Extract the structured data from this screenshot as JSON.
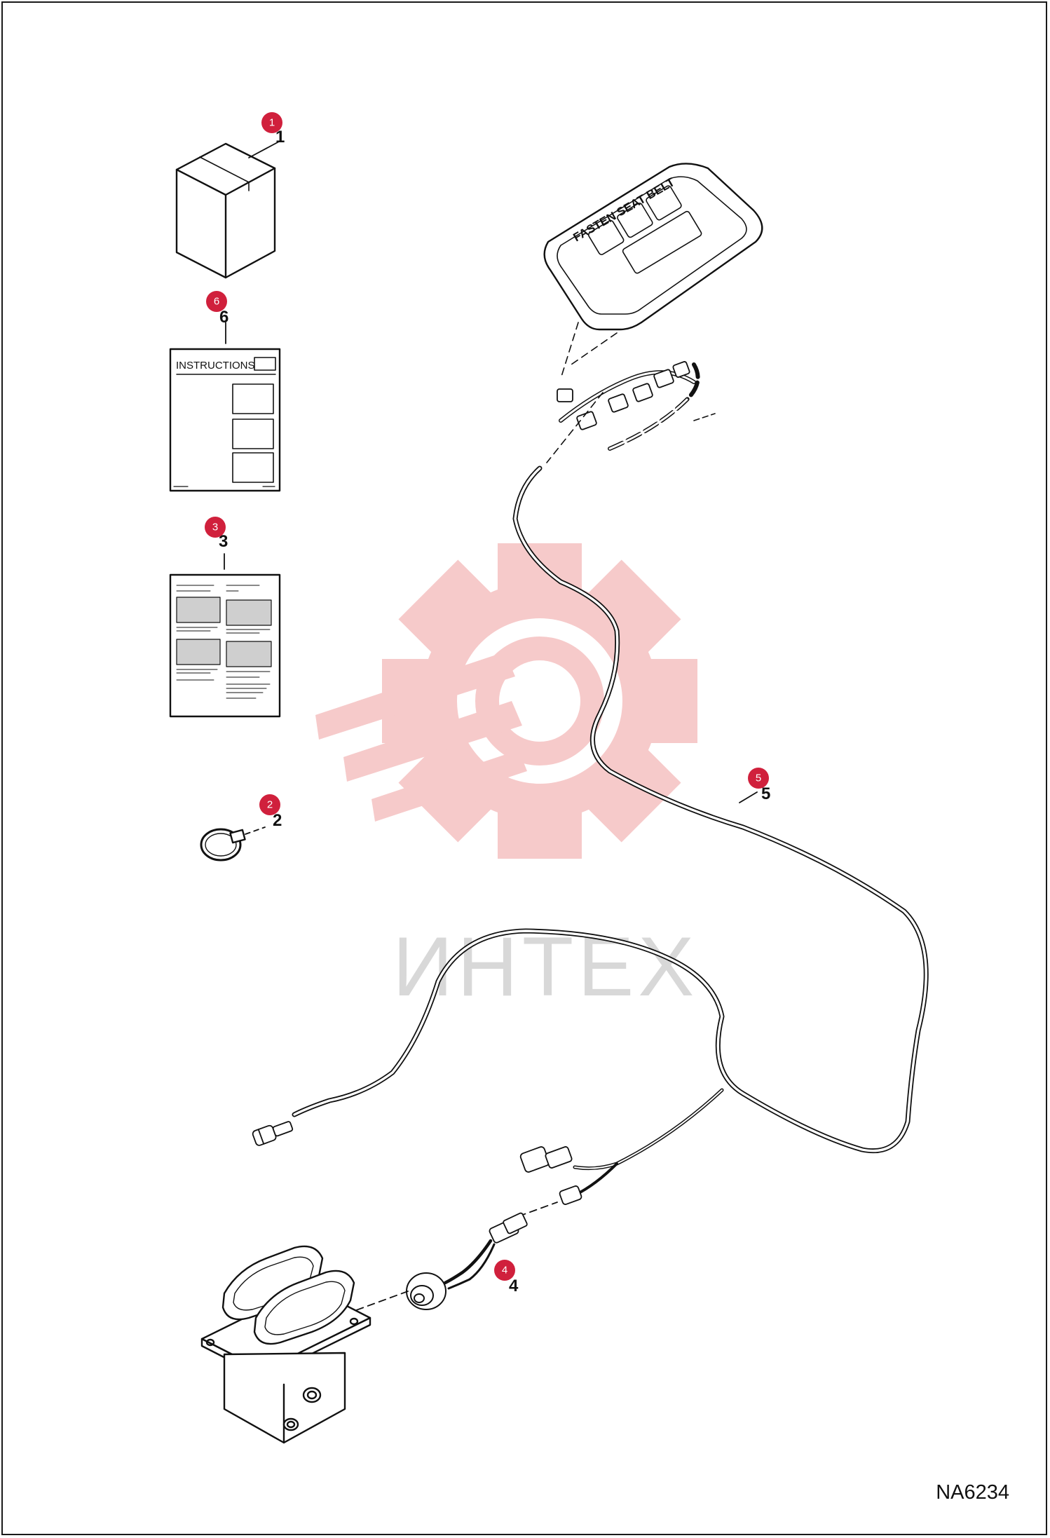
{
  "diagram_code": "NA6234",
  "watermark": "ИНТЕХ",
  "instructions_title": "INSTRUCTIONS",
  "module_label": "FASTEN SEAT BELT",
  "colors": {
    "callout": "#d0203c",
    "line": "#111111",
    "watermark_gear": "#f6caca",
    "watermark_text": "#d8d8d8"
  },
  "callouts": [
    {
      "label": "1",
      "part_digit": "1",
      "part": "box"
    },
    {
      "label": "6",
      "part_digit": "6",
      "part": "instructions-sheet"
    },
    {
      "label": "3",
      "part_digit": "3",
      "part": "illustrated-instructions"
    },
    {
      "label": "2",
      "part_digit": "2",
      "part": "cable-tie"
    },
    {
      "label": "5",
      "part_digit": "5",
      "part": "wire-harness"
    },
    {
      "label": "4",
      "part_digit": "4",
      "part": "pressure-switch"
    }
  ]
}
